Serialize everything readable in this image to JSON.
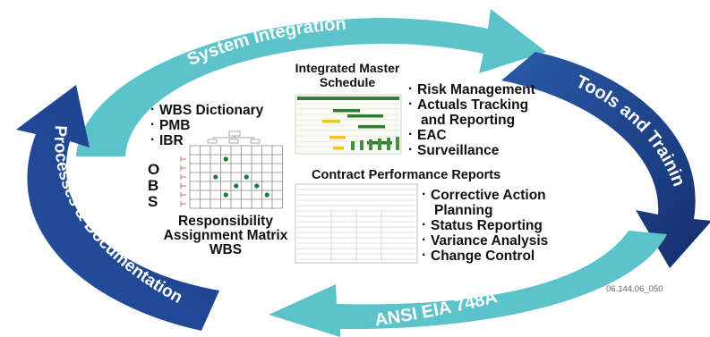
{
  "arrows": {
    "top": "System Integration",
    "right": "Tools and Training",
    "bottom": "ANSI EIA 748A",
    "left": "Processes & Documentation"
  },
  "colors": {
    "teal": "#5bc3c9",
    "navy": "#1a3f8a",
    "matrix_dot": "#1f7a3a",
    "grid_line": "#888888"
  },
  "top_left_list": [
    "WBS Dictionary",
    "PMB",
    "IBR"
  ],
  "obs_letters": [
    "O",
    "B",
    "S"
  ],
  "ram_caption": [
    "Responsibility",
    "Assignment Matrix",
    "WBS"
  ],
  "ims_title": [
    "Integrated Master",
    "Schedule"
  ],
  "ims_list": [
    {
      "line1": "Risk Management"
    },
    {
      "line1": "Actuals Tracking",
      "line2": "and Reporting"
    },
    {
      "line1": "EAC"
    },
    {
      "line1": "Surveillance"
    }
  ],
  "cpr_title": "Contract Performance Reports",
  "cpr_list": [
    {
      "line1": "Corrective Action",
      "line2": "Planning"
    },
    {
      "line1": "Status Reporting"
    },
    {
      "line1": "Variance Analysis"
    },
    {
      "line1": "Change Control"
    }
  ],
  "doc_id": "06.144.06_050"
}
